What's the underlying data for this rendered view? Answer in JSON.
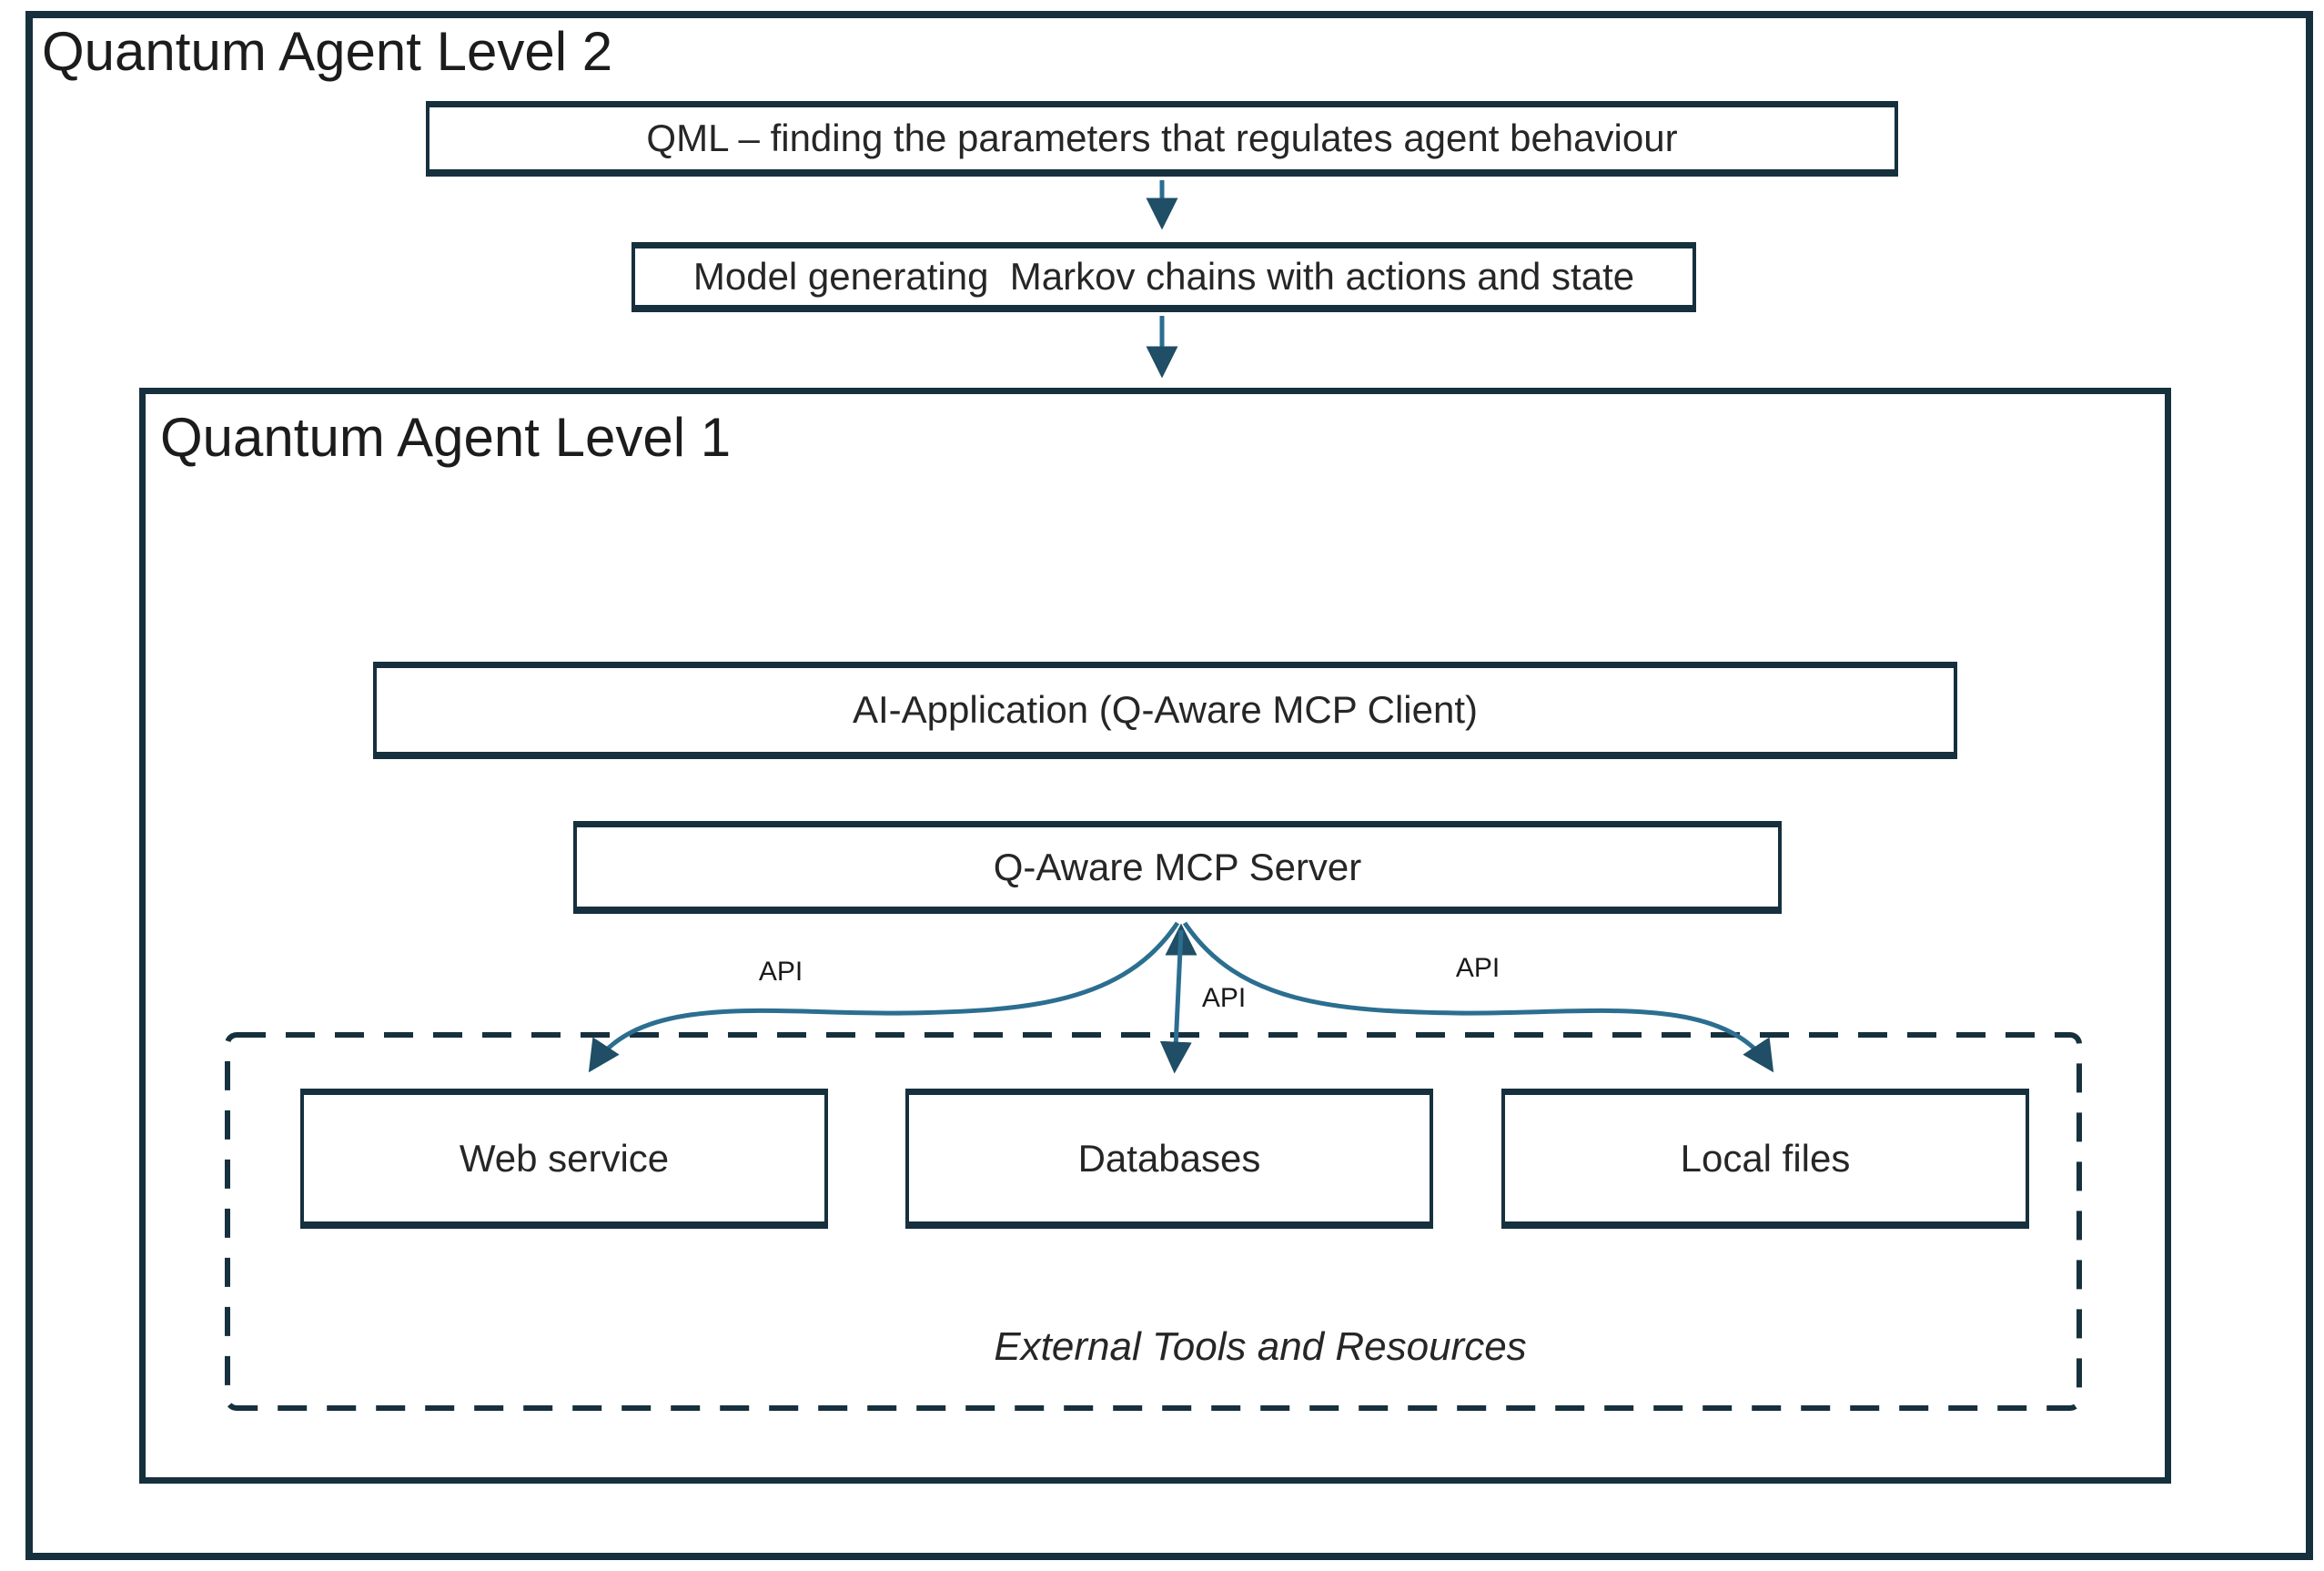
{
  "diagram": {
    "level2": {
      "title": "Quantum Agent Level 2"
    },
    "qml_box": {
      "label": "QML – finding the parameters that regulates agent behaviour"
    },
    "model_box": {
      "label": "Model generating  Markov chains with actions and state"
    },
    "level1": {
      "title": "Quantum Agent Level 1",
      "ai_application_box": {
        "label": "AI-Application (Q-Aware MCP Client)"
      },
      "mcp_server_box": {
        "label": "Q-Aware MCP Server"
      },
      "api_labels": {
        "left": "API",
        "middle": "API",
        "right": "API"
      },
      "external_tools": {
        "caption": "External Tools and Resources",
        "web_service_box": {
          "label": "Web service"
        },
        "databases_box": {
          "label": "Databases"
        },
        "local_files_box": {
          "label": "Local files"
        }
      }
    },
    "colors": {
      "border": "#16303d",
      "arrow_shaft": "#2b6e90",
      "arrow_head": "#1f4e66",
      "text": "#262626"
    }
  }
}
